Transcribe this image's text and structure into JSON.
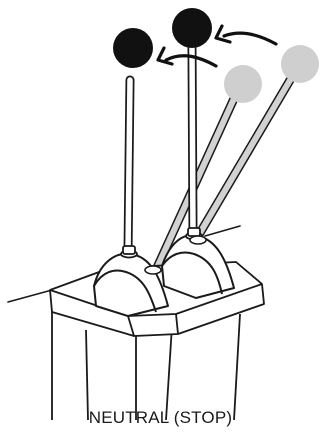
{
  "caption": "NEUTRAL (STOP)",
  "colors": {
    "ink": "#1a1a1a",
    "lever_active": "#111111",
    "lever_ghost": "#cfcfcf",
    "background": "#ffffff"
  },
  "icons": {
    "arrow": "curved-arrow-left",
    "knob": "ball-knob"
  }
}
